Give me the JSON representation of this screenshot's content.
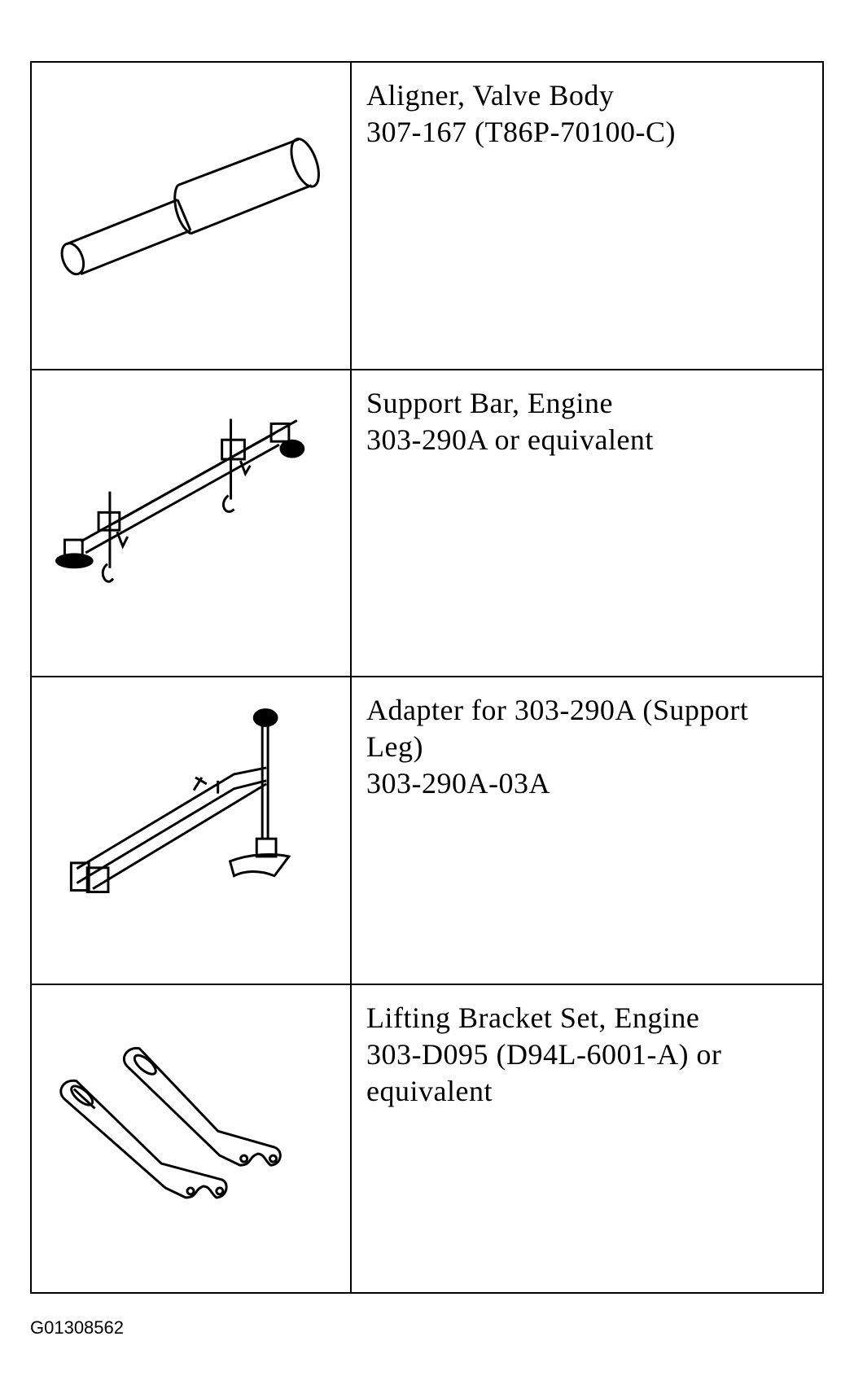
{
  "tools": [
    {
      "name": "Aligner, Valve Body",
      "lines": [
        "307-167 (T86P-70100-C)"
      ],
      "icon": "valve-body-aligner-icon"
    },
    {
      "name": "Support Bar, Engine",
      "lines": [
        "303-290A or equivalent"
      ],
      "icon": "engine-support-bar-icon"
    },
    {
      "name": "Adapter for 303-290A (Support Leg)",
      "lines": [
        "303-290A-03A"
      ],
      "icon": "support-leg-adapter-icon"
    },
    {
      "name": "Lifting Bracket Set, Engine",
      "lines": [
        "303-D095 (D94L-6001-A) or equivalent"
      ],
      "icon": "lifting-bracket-icon"
    }
  ],
  "figure_id": "G01308562"
}
